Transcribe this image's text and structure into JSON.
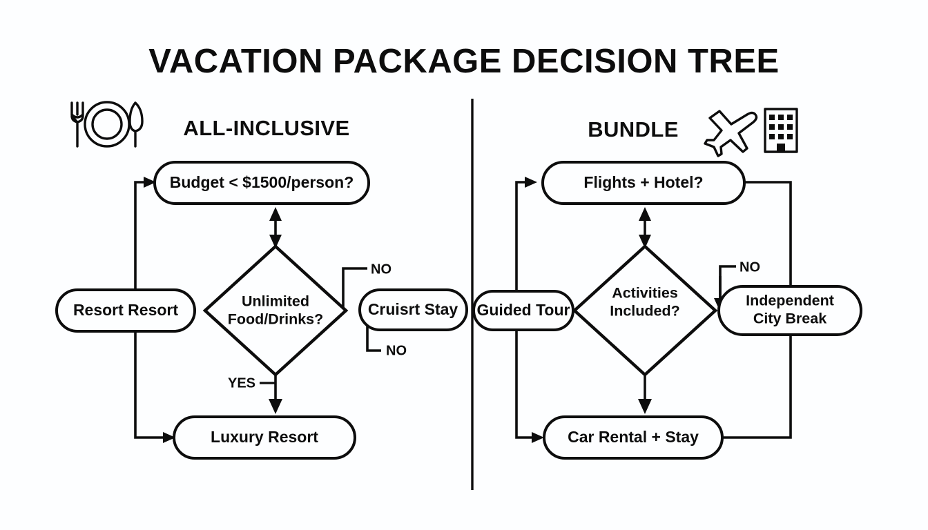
{
  "page": {
    "title": "VACATION PACKAGE DECISION TREE",
    "background_color": "#fdfeff",
    "ink_color": "#0d0d0d"
  },
  "sections": [
    {
      "id": "all-inclusive",
      "label": "ALL-INCLUSIVE",
      "icons": [
        "cutlery-plate-icon"
      ]
    },
    {
      "id": "bundle",
      "label": "BUNDLE",
      "icons": [
        "airplane-icon",
        "hotel-building-icon"
      ]
    }
  ],
  "left_panel": {
    "nodes": {
      "top_question": "Budget < $1500/person?",
      "decision_line1": "Unlimited",
      "decision_line2": "Food/Drinks?",
      "left_outcome": "Resort Resort",
      "right_outcome": "Cruisrt Stay",
      "bottom_outcome": "Luxury Resort"
    },
    "edge_labels": {
      "no_upper": "NO",
      "no_lower": "NO",
      "yes": "YES"
    }
  },
  "right_panel": {
    "nodes": {
      "top_question": "Flights + Hotel?",
      "decision_line1": "Activities",
      "decision_line2": "Included?",
      "left_outcome": "Guided Tour",
      "right_outcome_line1": "Independent",
      "right_outcome_line2": "City Break",
      "bottom_outcome": "Car Rental + Stay"
    },
    "edge_labels": {
      "no_upper": "NO"
    }
  }
}
